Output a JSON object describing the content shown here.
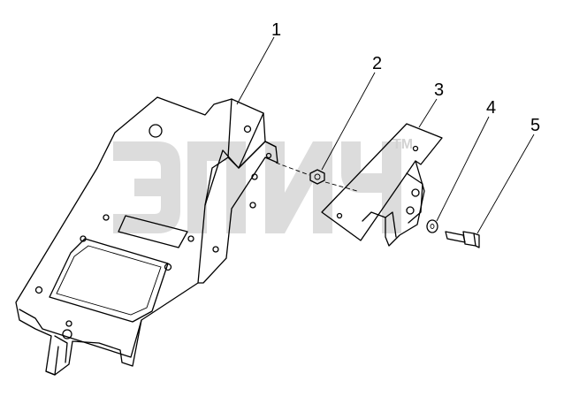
{
  "callouts": [
    {
      "number": "1"
    },
    {
      "number": "2"
    },
    {
      "number": "3"
    },
    {
      "number": "4"
    },
    {
      "number": "5"
    }
  ],
  "watermark": {
    "trademark": "TM",
    "color": "#dcdcdc"
  },
  "line_color": "#000000",
  "background": "#ffffff"
}
